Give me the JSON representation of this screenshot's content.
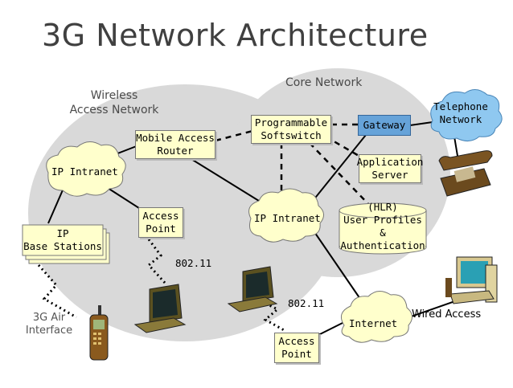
{
  "title": "3G Network Architecture",
  "regions": {
    "wireless": {
      "line1": "Wireless",
      "line2": "Access Network"
    },
    "core": "Core Network"
  },
  "nodes": {
    "mobile_access_router": {
      "line1": "Mobile Access",
      "line2": "Router"
    },
    "ip_intranet_left": "IP Intranet",
    "ip_base_stations": {
      "line1": "IP",
      "line2": "Base Stations"
    },
    "access_point_upper": {
      "line1": "Access",
      "line2": "Point"
    },
    "programmable_softswitch": {
      "line1": "Programmable",
      "line2": "Softswitch"
    },
    "gateway": "Gateway",
    "telephone_network": {
      "line1": "Telephone",
      "line2": "Network"
    },
    "application_server": {
      "line1": "Application",
      "line2": "Server"
    },
    "ip_intranet_core": "IP Intranet",
    "hlr": {
      "line1": "(HLR)",
      "line2": "User Profiles &",
      "line3": "Authentication"
    },
    "internet": "Internet",
    "access_point_lower": {
      "line1": "Access",
      "line2": "Point"
    }
  },
  "labels": {
    "wifi_upper": "802.11",
    "wifi_lower": "802.11",
    "air_interface": {
      "line1": "3G Air",
      "line2": "Interface"
    },
    "wired_access": "Wired Access"
  },
  "colors": {
    "background": "#ffffff",
    "region_fill": "#d9d9d9",
    "node_fill": "#ffffcc",
    "gateway_fill": "#66a3d9",
    "telephone_fill": "#8fc8f0",
    "cloud_fill": "#ffffcc",
    "title_color": "#404040"
  },
  "icons": [
    "laptop-icon",
    "mobile-phone-icon",
    "desk-phone-icon",
    "desktop-computer-icon"
  ]
}
